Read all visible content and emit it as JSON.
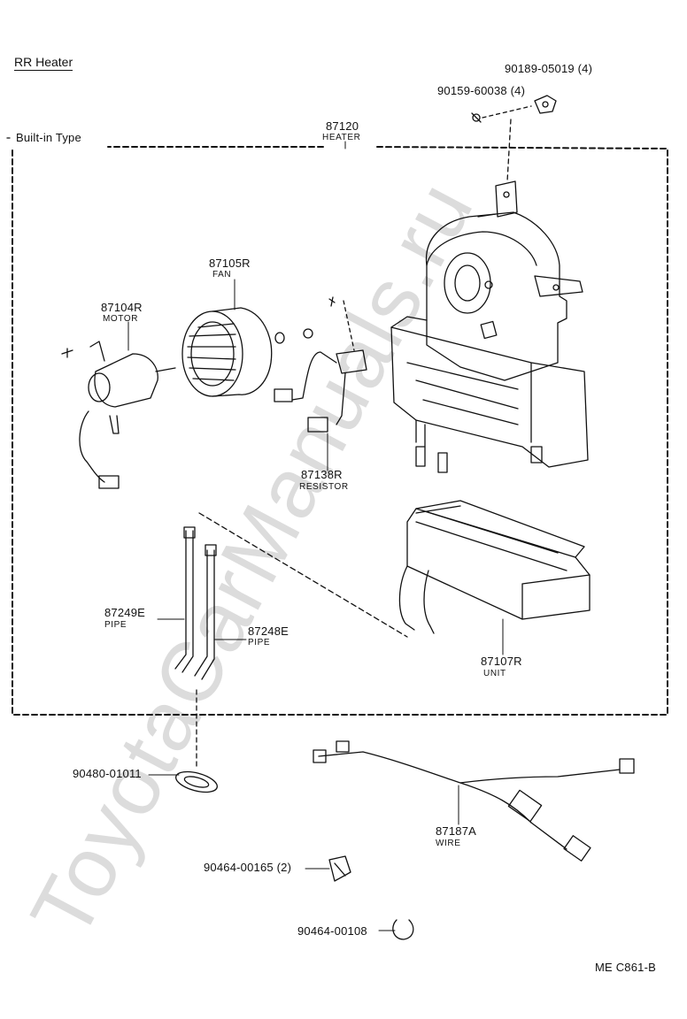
{
  "title": "RR  Heater",
  "builtin_label": "Built-in Type",
  "watermark": "ToyotaCarManuals.ru",
  "footer_code": "ME  C861-B",
  "parts": [
    {
      "id": "heater",
      "number": "87120",
      "name": "HEATER"
    },
    {
      "id": "fan",
      "number": "87105R",
      "name": "FAN"
    },
    {
      "id": "motor",
      "number": "87104R",
      "name": "MOTOR"
    },
    {
      "id": "resistor",
      "number": "87138R",
      "name": "RESISTOR"
    },
    {
      "id": "pipe-e",
      "number": "87249E",
      "name": "PIPE"
    },
    {
      "id": "pipe-248",
      "number": "87248E",
      "name": "PIPE"
    },
    {
      "id": "unit",
      "number": "87107R",
      "name": "UNIT"
    },
    {
      "id": "wire",
      "number": "87187A",
      "name": "WIRE"
    }
  ],
  "fasteners": [
    {
      "id": "bracket",
      "text": "90189-05019 (4)"
    },
    {
      "id": "screw",
      "text": "90159-60038 (4)"
    },
    {
      "id": "grommet",
      "text": "90480-01011"
    },
    {
      "id": "clamp-2",
      "text": "90464-00165 (2)"
    },
    {
      "id": "clamp",
      "text": "90464-00108"
    }
  ]
}
